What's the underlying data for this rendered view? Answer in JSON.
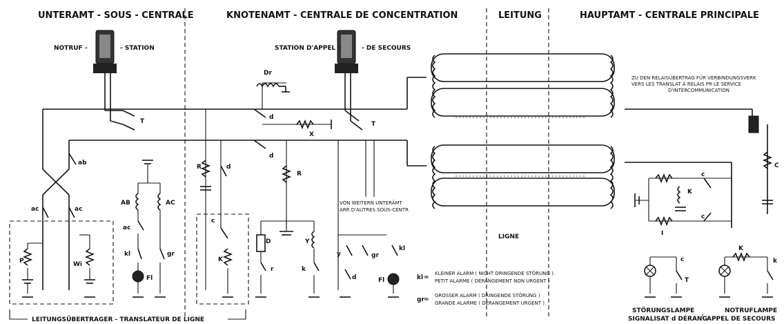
{
  "sections": {
    "sub_station": "UNTERAMT - SOUS - CENTRALE",
    "junction": "KNOTENAMT - CENTRALE DE CONCENTRATION",
    "line": "LEITUNG",
    "main_exchange": "HAUPTAMT - CENTRALE PRINCIPALE"
  },
  "notruf_label_left": "NOTRUF -",
  "notruf_label_right": "- STATION",
  "appel_label_left": "STATION D'APPEL -",
  "appel_label_right": "- DE SECOURS",
  "relay_note_de": "ZU DEN RELAISÜBERTRAG FÜR VERBINDUNGSVERK",
  "relay_note_fr": "VERS LES TRANSLAT À RELAIS PR LE SERVICE",
  "relay_note_fr2": "D'INTERCOMMUNICATION",
  "from_other_de": "VON WEITERN UNTERÄMT",
  "from_other_fr": "ARR D'AUTRES SOUS-CENTR",
  "ligne": "LIGNE",
  "legend": {
    "kl_key": "kl",
    "kl_de": "KLEINER ALARM ( NICHT DRINGENDE STÖRUNG ).",
    "kl_fr": "PETIT ALARME ( DÉRANGEMENT NON URGENT )",
    "gr_key": "gr",
    "gr_de": "GROSSER ALARM ( DRINGENDE STÖRUNG )",
    "gr_fr": "GRANDE ALARME ( DÉRANGEMENT URGENT )."
  },
  "bottom_left": "LEITUNGSÜBERTRAGER - TRANSLATEUR DE LIGNE",
  "stoerung_de": "STÖRUNGSLAMPE",
  "stoerung_fr": "SIGNALISAT d DÉRANG",
  "stoerung_sup": "t",
  "notruflampe_de": "NOTRUFLAMPE",
  "notruflampe_fr": "APPEL DE SECOURS",
  "components": {
    "T": "T",
    "ab": "ab",
    "ac": "ac",
    "AB": "AB",
    "AC": "AC",
    "P": "P",
    "Wi": "Wi",
    "kl": "kl",
    "gr": "gr",
    "Fl": "Fl",
    "R": "R",
    "d": "d",
    "c": "c",
    "K": "K",
    "D": "D",
    "r": "r",
    "Y": "Y",
    "k": "k",
    "Dr": "Dr",
    "X": "X",
    "y": "y",
    "C": "C",
    "I": "I"
  }
}
